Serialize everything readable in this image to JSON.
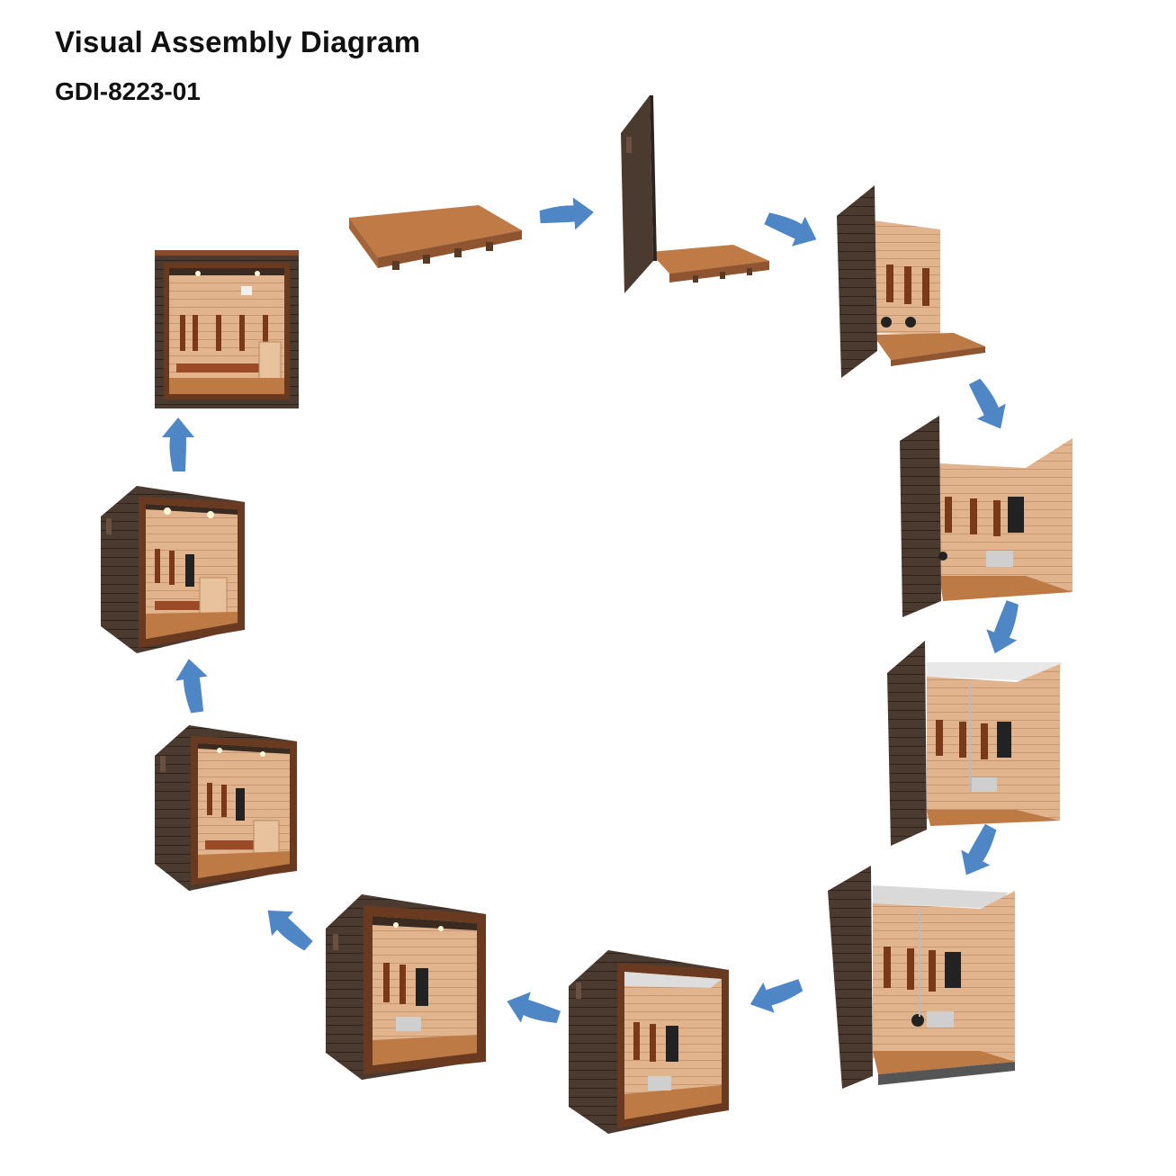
{
  "header": {
    "title": "Visual Assembly Diagram",
    "model": "GDI-8223-01"
  },
  "colors": {
    "arrow": "#4F86C6",
    "exterior_wall": "#4a3a30",
    "exterior_wall_dark": "#3a2c24",
    "trim": "#8a4a2a",
    "interior_wood": "#e2b48e",
    "interior_wood_dark": "#c98e64",
    "floor": "#bd7a45",
    "heater_panel": "#7a3a1a",
    "background": "#ffffff"
  },
  "diagram": {
    "sequence": "clockwise",
    "step_count": 11,
    "arrow_count": 10,
    "steps": [
      {
        "stage": "floor",
        "icon": "floor-base-icon"
      },
      {
        "stage": "floor-left-wall",
        "icon": "left-wall-icon"
      },
      {
        "stage": "back-wall",
        "icon": "back-wall-icon"
      },
      {
        "stage": "right-wall",
        "icon": "right-wall-icon"
      },
      {
        "stage": "roof-frame",
        "icon": "roof-frame-icon"
      },
      {
        "stage": "roof-panels",
        "icon": "roof-panel-icon"
      },
      {
        "stage": "front-frame",
        "icon": "front-frame-icon"
      },
      {
        "stage": "front-closed",
        "icon": "front-closed-icon"
      },
      {
        "stage": "benches",
        "icon": "bench-icon"
      },
      {
        "stage": "lighting",
        "icon": "lighting-icon"
      },
      {
        "stage": "complete",
        "icon": "complete-sauna-icon"
      }
    ]
  }
}
